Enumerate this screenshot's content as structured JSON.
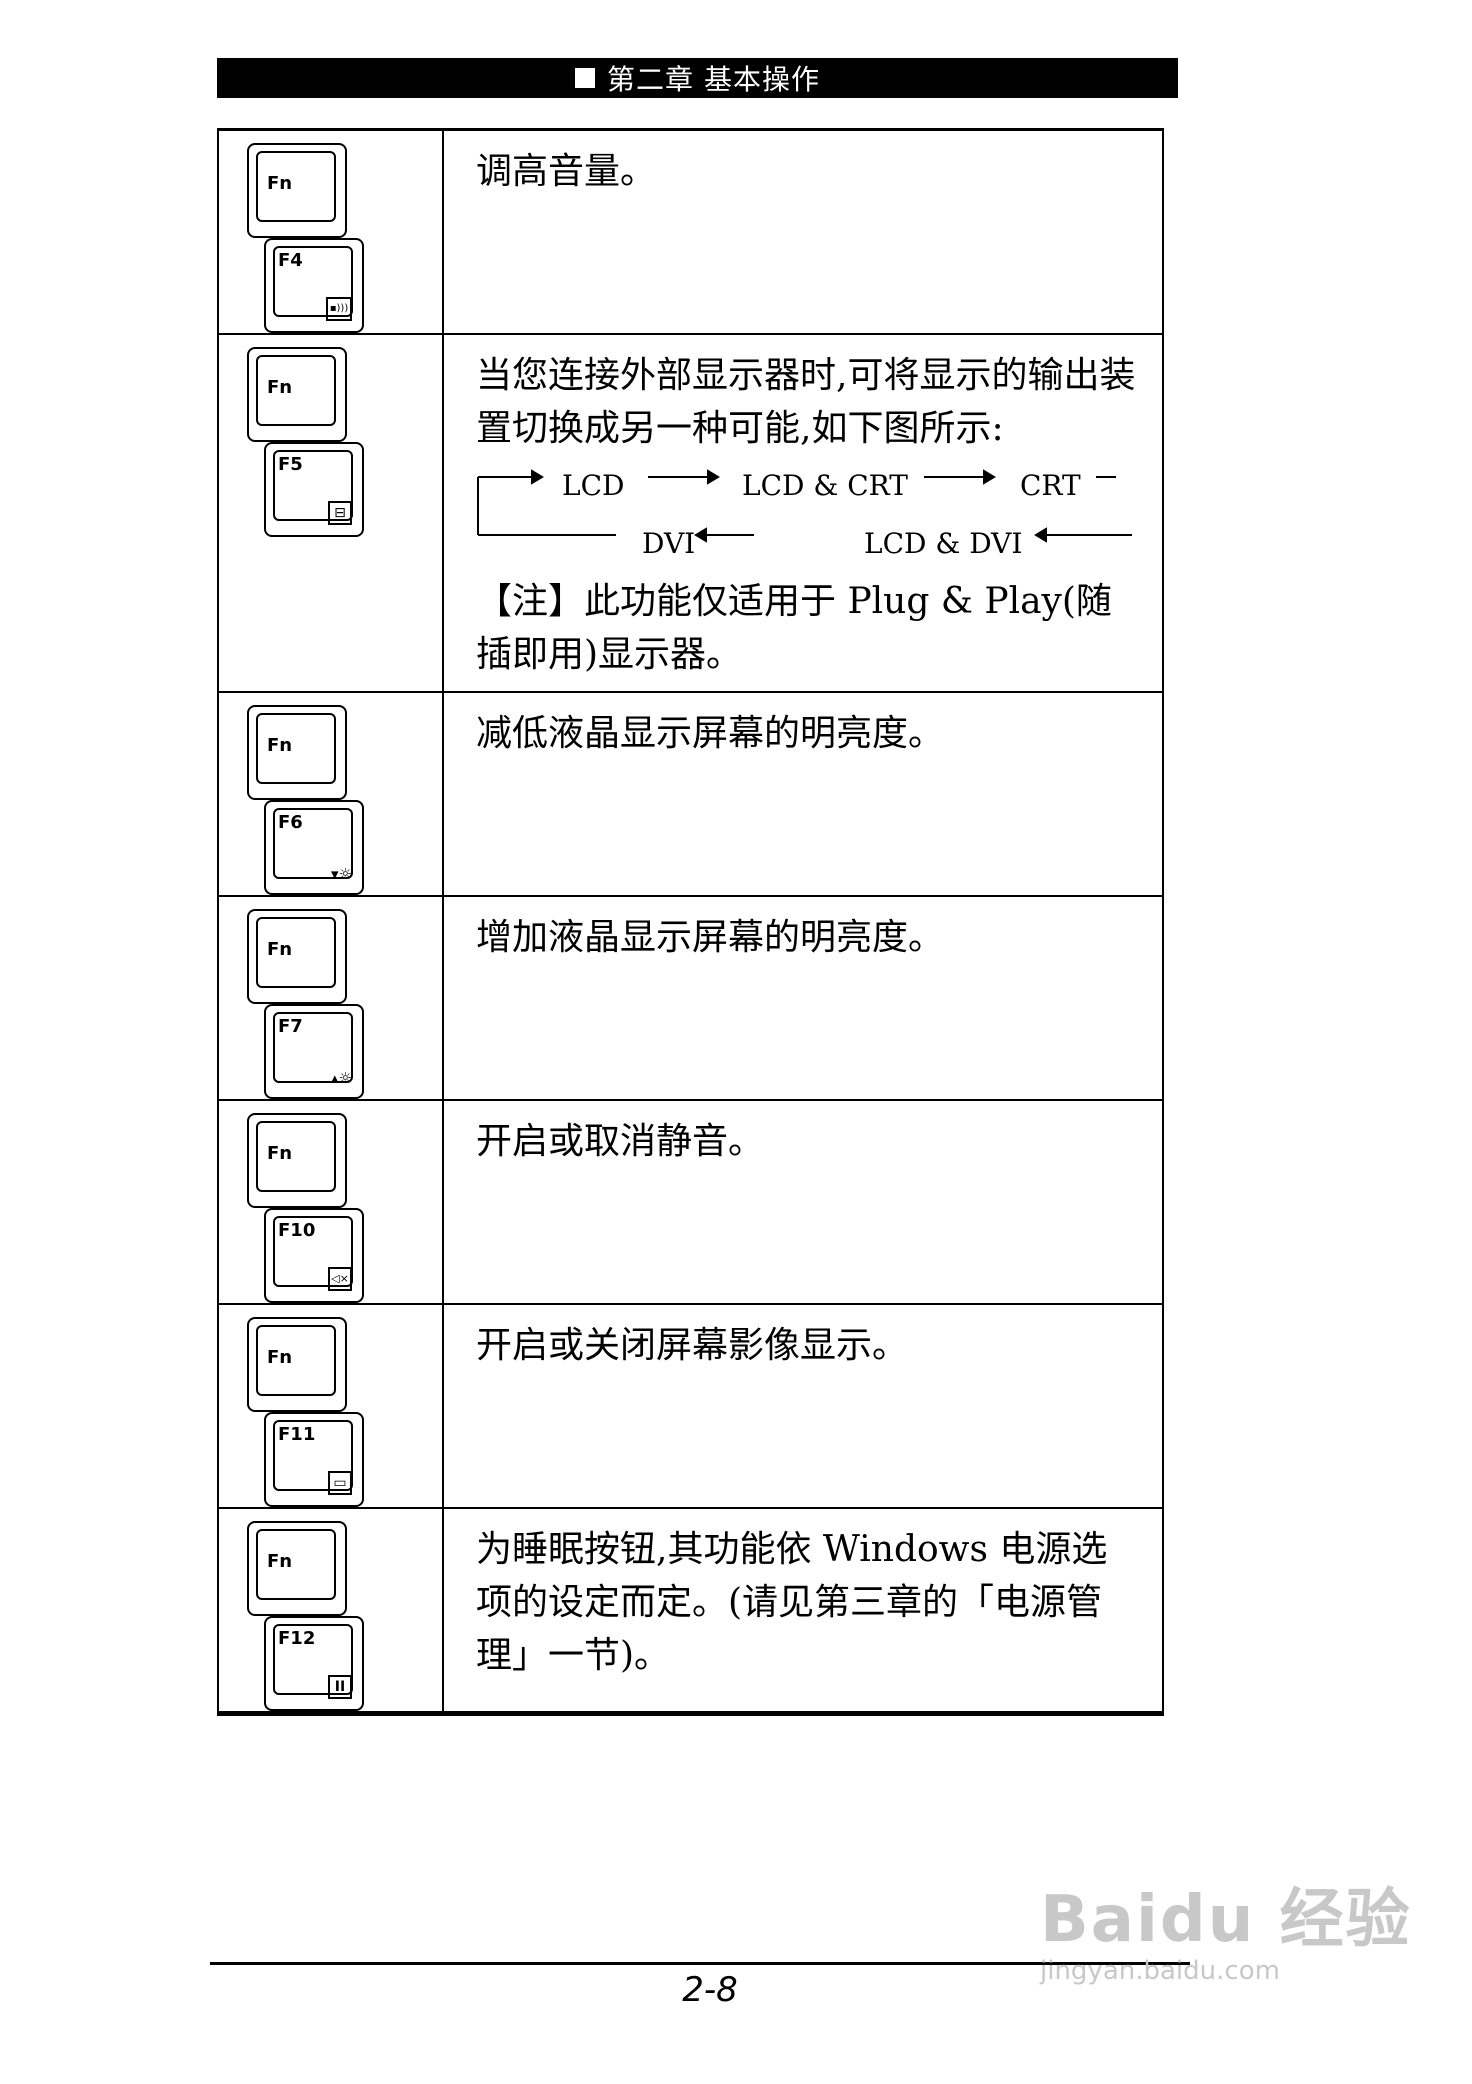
{
  "header": {
    "title": "第二章  基本操作"
  },
  "rows": [
    {
      "fn": "Fn",
      "fkey": "F4",
      "icon": "volume-up-icon",
      "glyph": "▪)))",
      "desc": "调高音量。"
    },
    {
      "fn": "Fn",
      "fkey": "F5",
      "icon": "display-switch-icon",
      "glyph": "⊟",
      "desc": "当您连接外部显示器时,可将显示的输出装置切换成另一种可能,如下图所示:",
      "flow": {
        "lcd": "LCD",
        "lcd_crt": "LCD & CRT",
        "crt": "CRT",
        "lcd_dvi": "LCD & DVI",
        "dvi": "DVI"
      },
      "note": "【注】此功能仅适用于 Plug & Play(随插即用)显示器。"
    },
    {
      "fn": "Fn",
      "fkey": "F6",
      "icon": "brightness-down-icon",
      "glyph": "▾☼",
      "desc": "减低液晶显示屏幕的明亮度。"
    },
    {
      "fn": "Fn",
      "fkey": "F7",
      "icon": "brightness-up-icon",
      "glyph": "▴☼",
      "desc": "增加液晶显示屏幕的明亮度。"
    },
    {
      "fn": "Fn",
      "fkey": "F10",
      "icon": "mute-icon",
      "glyph": "🔇",
      "desc": "开启或取消静音。"
    },
    {
      "fn": "Fn",
      "fkey": "F11",
      "icon": "screen-toggle-icon",
      "glyph": "▭",
      "desc": "开启或关闭屏幕影像显示。"
    },
    {
      "fn": "Fn",
      "fkey": "F12",
      "icon": "sleep-icon",
      "glyph": "II",
      "desc": "为睡眠按钮,其功能依 Windows 电源选项的设定而定。(请见第三章的「电源管理」一节)。"
    }
  ],
  "footer": {
    "page": "2-8"
  },
  "watermark": {
    "logo": "Baidu 经验",
    "url": "jingyan.baidu.com"
  }
}
